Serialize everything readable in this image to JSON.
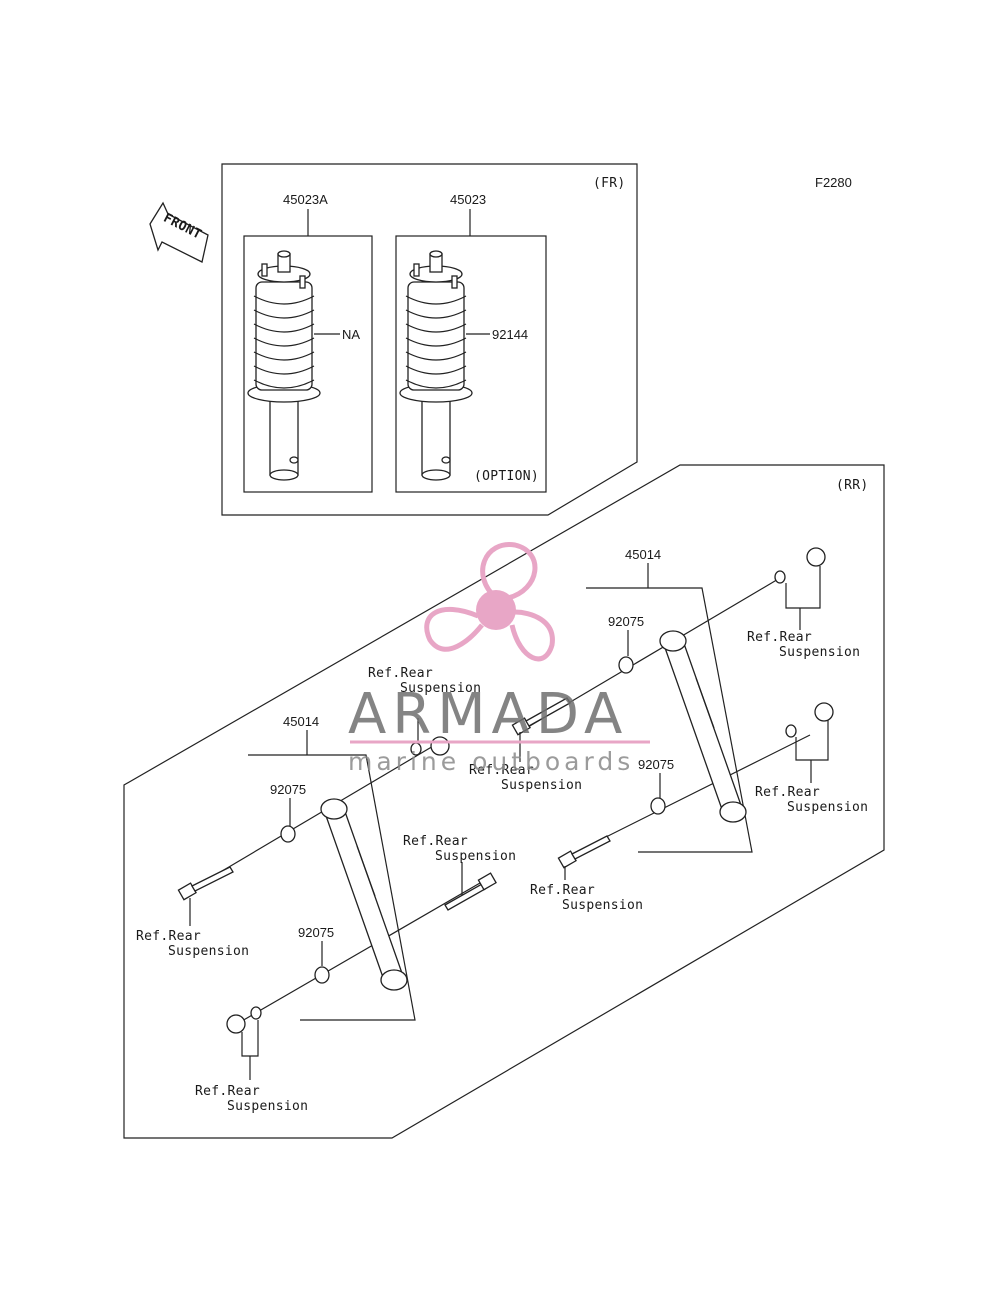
{
  "diagram_code": "F2280",
  "front_arrow_label": "FRONT",
  "front_section": {
    "tag": "(FR)",
    "option_note": "(OPTION)",
    "parts": [
      {
        "number": "45023A",
        "callout": "NA"
      },
      {
        "number": "45023",
        "callout": "92144"
      }
    ]
  },
  "rear_section": {
    "tag": "(RR)",
    "shock_part": "45014",
    "bushing_part": "92075",
    "ref_line1": "Ref.Rear",
    "ref_line2": "Suspension"
  },
  "watermark": {
    "brand": "ARMADA",
    "tagline": "marine outboards",
    "color": "#e8a6c6"
  }
}
